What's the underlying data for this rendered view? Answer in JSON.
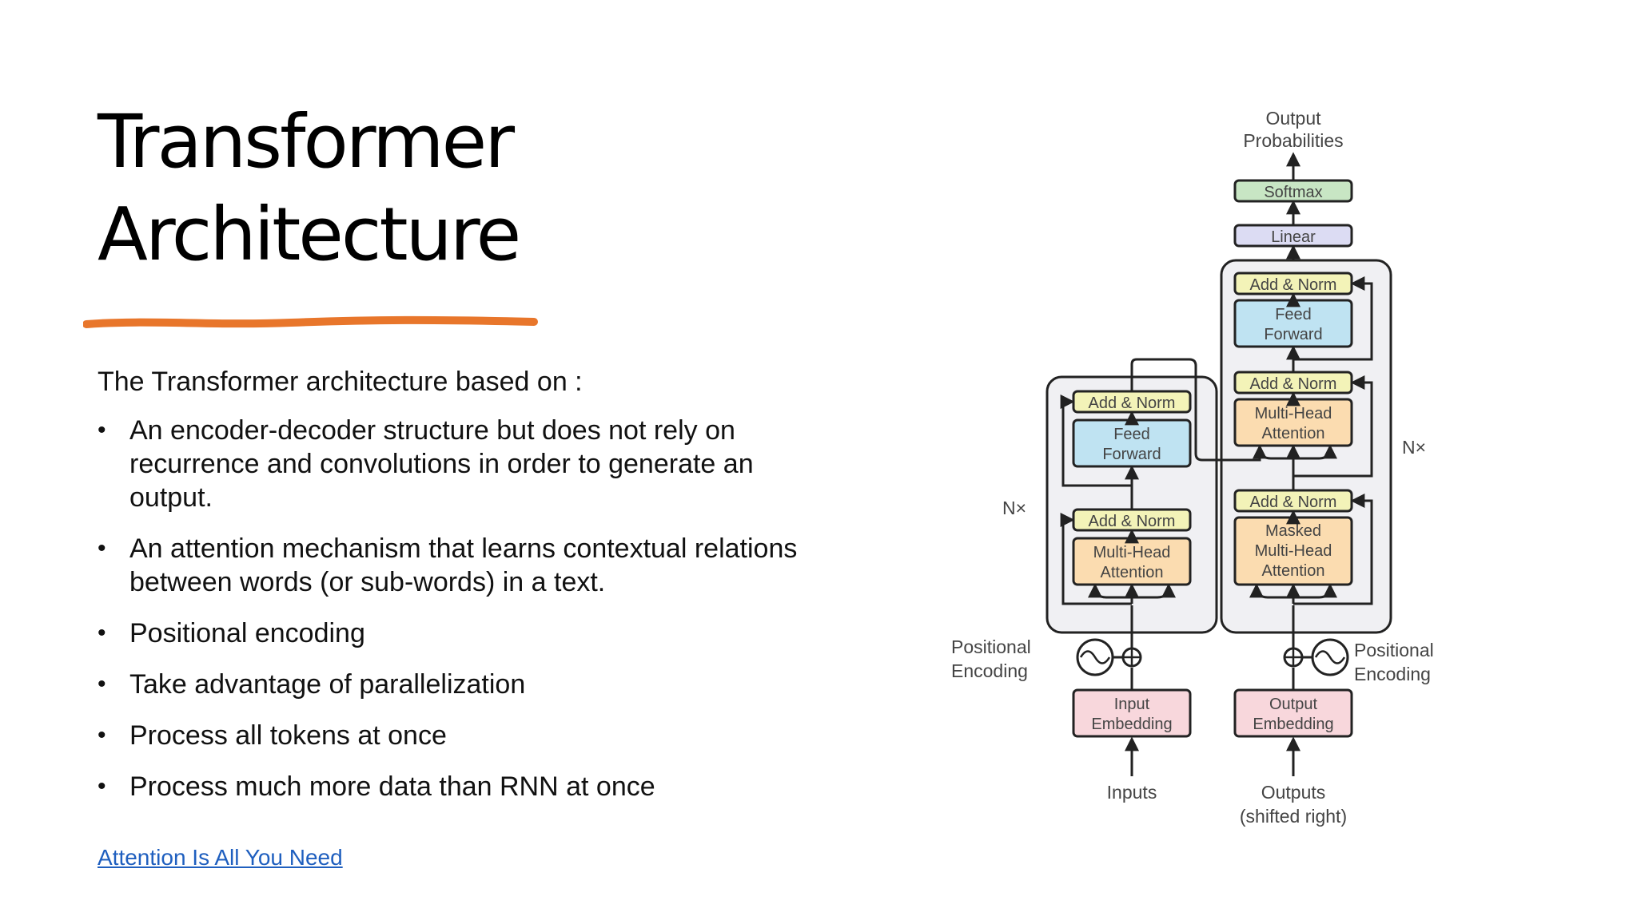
{
  "slide": {
    "title_line1": "Transformer",
    "title_line2": "Architecture",
    "accent_color": "#e8762b",
    "intro": "The Transformer architecture based on :",
    "bullets": [
      "An encoder-decoder structure but does not rely on recurrence and convolutions in order to generate an output.",
      "An attention mechanism that learns contextual relations between words (or sub-words) in a text.",
      "Positional encoding",
      "Take advantage of parallelization",
      "Process all tokens at once",
      "Process much more data than RNN at once"
    ],
    "reference_link": "Attention Is All You Need"
  },
  "diagram": {
    "output_label_1": "Output",
    "output_label_2": "Probabilities",
    "softmax": "Softmax",
    "linear": "Linear",
    "add_norm": "Add & Norm",
    "feed_forward_1": "Feed",
    "feed_forward_2": "Forward",
    "multi_head_1": "Multi-Head",
    "multi_head_2": "Attention",
    "masked": "Masked",
    "nx": "N×",
    "positional_1": "Positional",
    "positional_2": "Encoding",
    "input_embedding_1": "Input",
    "input_embedding_2": "Embedding",
    "output_embedding_1": "Output",
    "output_embedding_2": "Embedding",
    "inputs": "Inputs",
    "outputs_1": "Outputs",
    "outputs_2": "(shifted right)",
    "colors": {
      "add_norm": "#f3f3b8",
      "feed_forward": "#bfe3f2",
      "attention": "#fbdcb0",
      "embedding": "#f8d7dc",
      "softmax": "#c8e6c4",
      "linear": "#dcdcf3",
      "block_bg": "#f0f0f3"
    }
  }
}
